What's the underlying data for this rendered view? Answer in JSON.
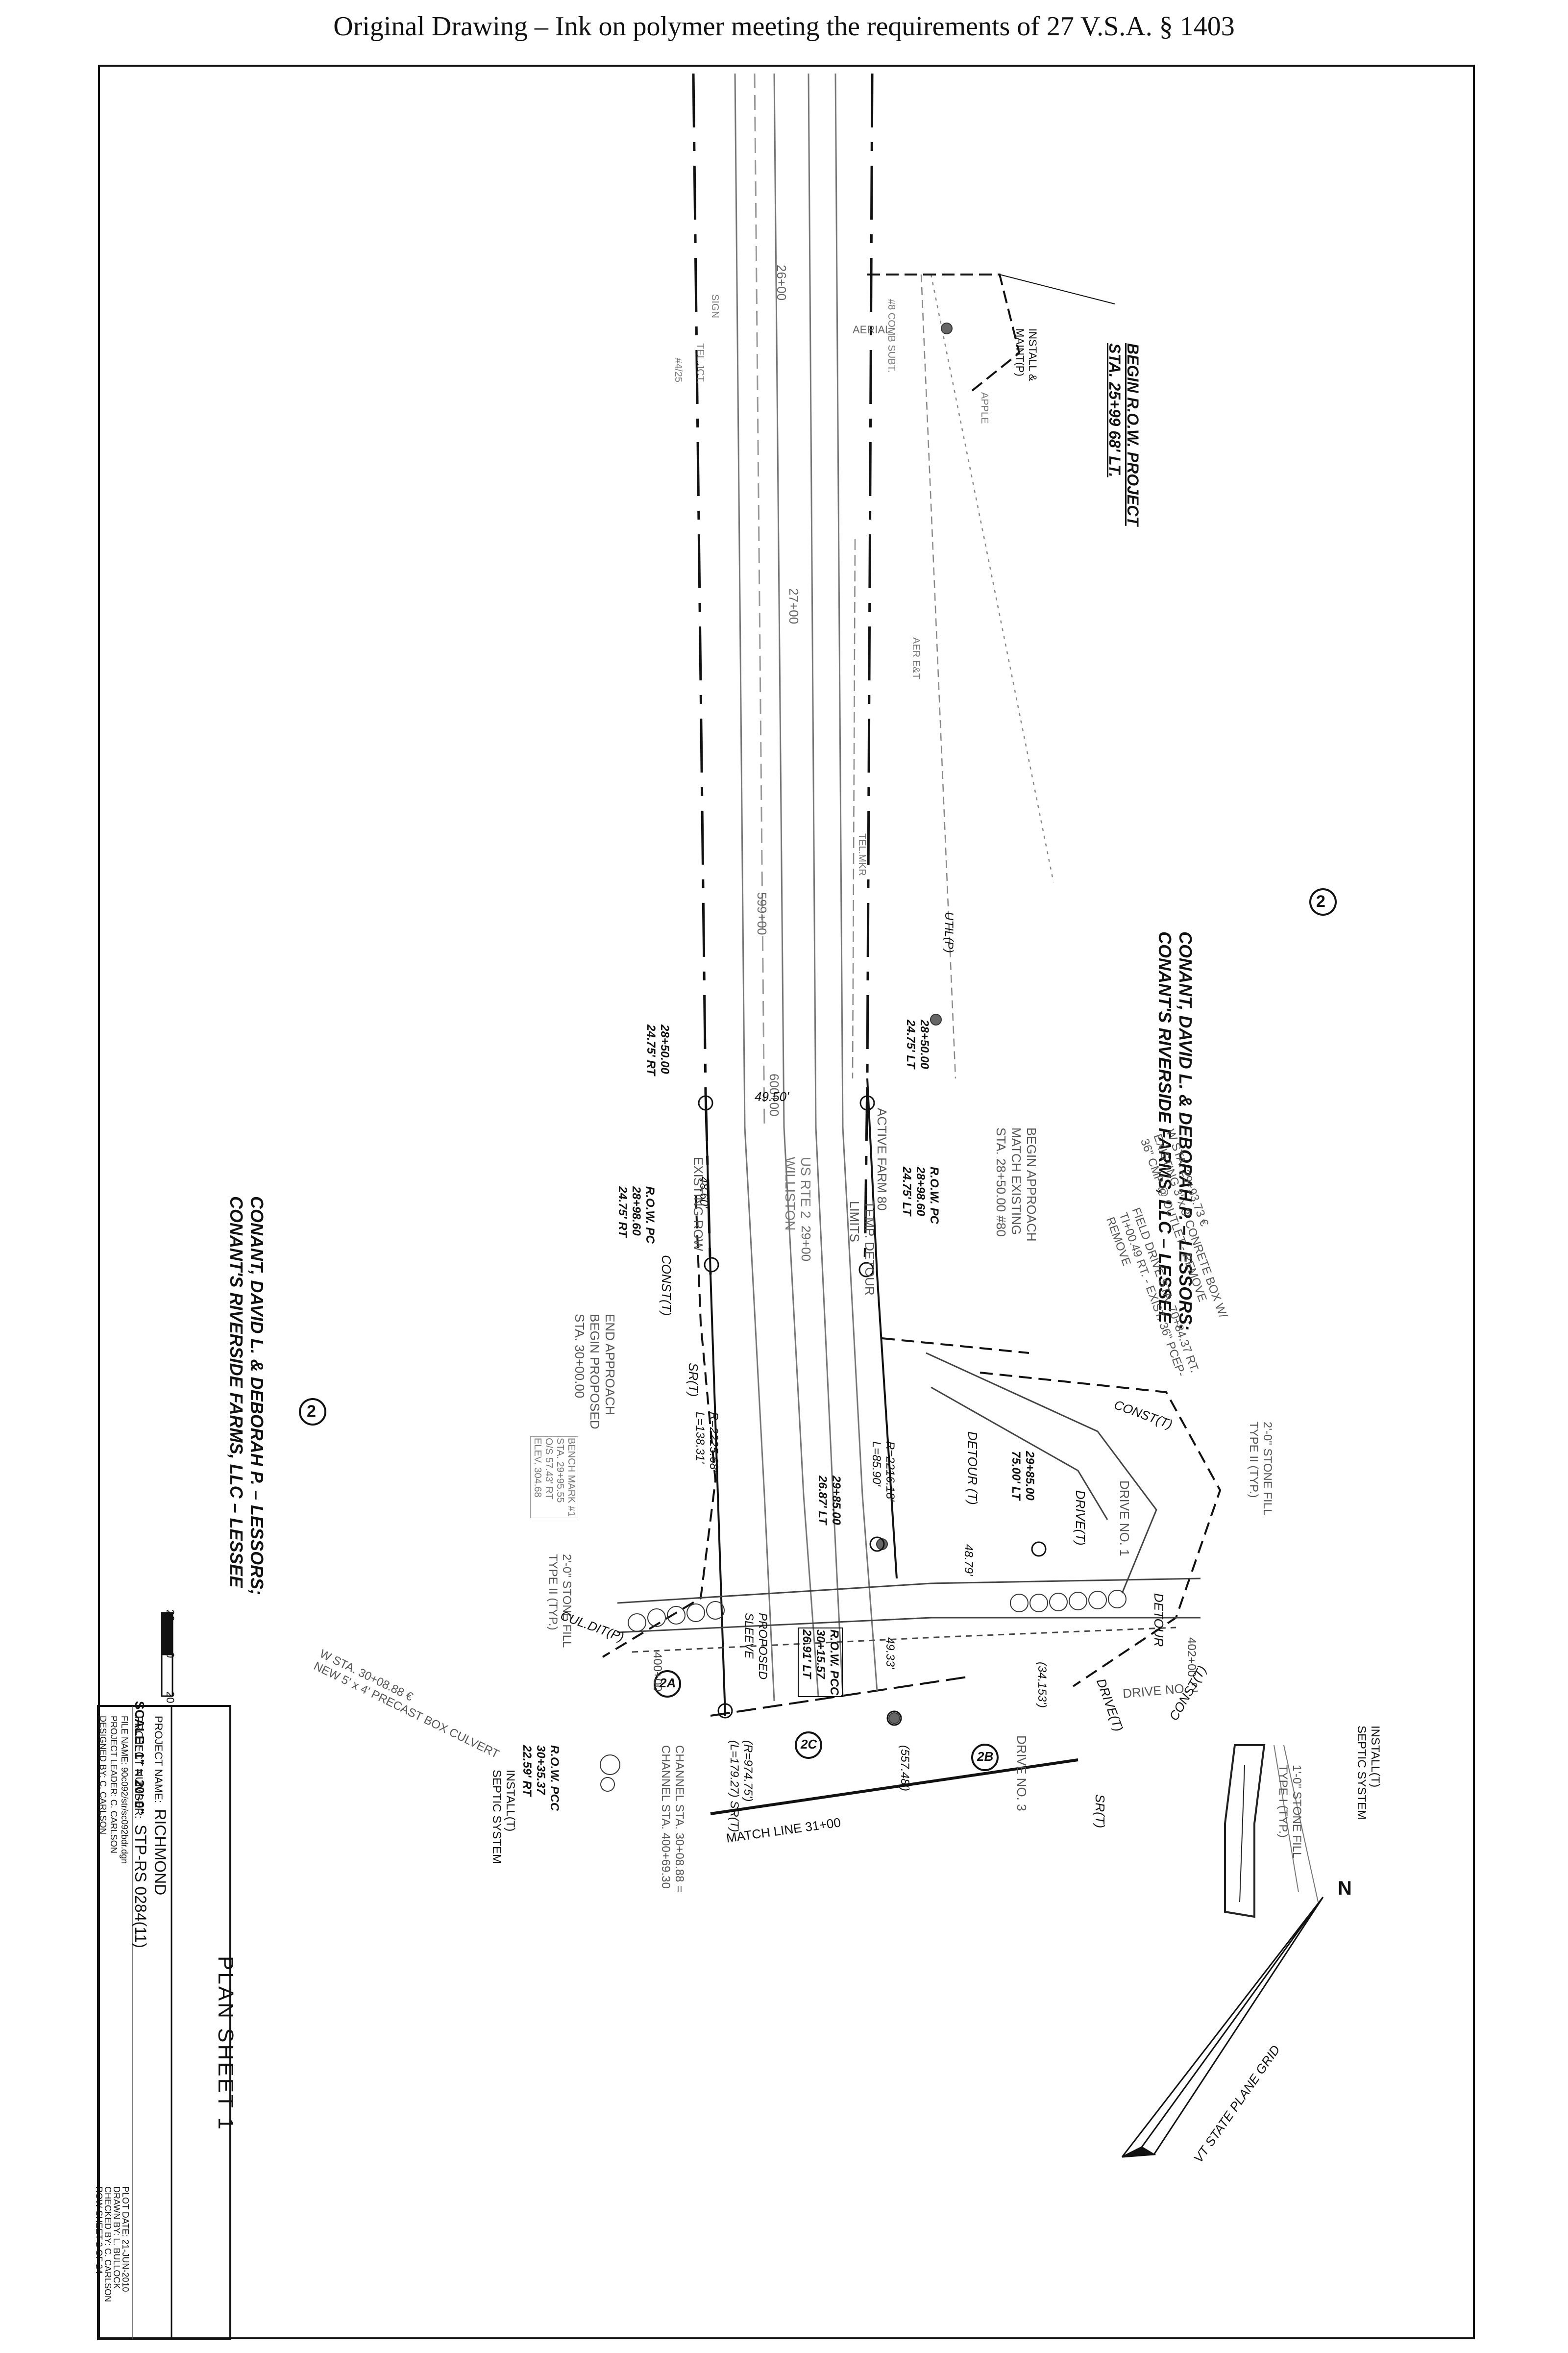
{
  "header": {
    "text": "Original Drawing – Ink on polymer meeting the requirements of 27 V.S.A. § 1403"
  },
  "owners": {
    "parcel_id": "2",
    "line1": "CONANT, DAVID L. & DEBORAH P. – LESSORS;",
    "line2": "CONANT'S RIVERSIDE FARMS, LLC – LESSEE"
  },
  "begin_row": {
    "line1": "BEGIN R.O.W. PROJECT",
    "line2": "STA. 25+99 68' LT."
  },
  "stations": {
    "s2600": "26+00",
    "s2700": "27+00",
    "s2900": "29+00",
    "s3100": "MATCH LINE 31+00",
    "s59900": "599+00",
    "s60000": "600+00",
    "s40000": "400+00",
    "s40200": "402+00",
    "r2850L_a": "28+50.00",
    "r2850L_b": "24.75' LT",
    "r2850R_a": "28+50.00",
    "r2850R_b": "24.75' RT",
    "rowpc_t": "R.O.W. PC",
    "rowpc_a": "28+98.60",
    "rowpc_b": "24.75' LT",
    "rowpcR_t": "R.O.W. PC",
    "rowpcR_a": "28+98.60",
    "rowpcR_b": "24.75' RT",
    "rowpcc_t": "R.O.W. PCC",
    "rowpcc_a": "30+15.57",
    "rowpcc_b": "26.91' LT",
    "rowpccR_t": "R.O.W. PCC",
    "rowpccR_a": "30+35.37",
    "rowpccR_b": "22.59' RT",
    "d4950": "49.50'",
    "d4860": "48.60'",
    "d4879": "48.79'",
    "d4933": "49.33'",
    "c1": "R=2216.18'",
    "c1b": "L=85.90'",
    "c2": "R=2225.68'",
    "c2b": "L=138.31'",
    "s2985": "29+85.00",
    "s2985b": "26.87' LT",
    "s2985c": "29+85.00",
    "s2985d": "75.00' LT",
    "r974": "(R=974.75')",
    "l179": "(L=179.27) SR(T)",
    "r557": "(557.48')",
    "r153": "(34.153')"
  },
  "notes": {
    "approach1": "BEGIN APPROACH",
    "approach2": "MATCH EXISTING",
    "approach3": "STA. 28+50.00 #80",
    "end1": "END APPROACH",
    "end2": "BEGIN PROPOSED",
    "end3": "STA. 30+00.00",
    "box1": "W STA. 29+93.73 €",
    "box2": "EXISTING 3' x 3' CONRETE BOX W/",
    "box3": "36\" CMP @ OUTLET - REMOVE",
    "field1": "FIELD DRIVE STA. 70+84.37 RT.",
    "field2": "TI+00.49 RT. - EXIST. 36\" PCEP-",
    "field3": "REMOVE",
    "culvert1": "W STA. 30+08.88 €",
    "culvert2": "NEW 5' x 4' PRECAST BOX CULVERT",
    "channel1": "CHANNEL STA. 30+08.88 =",
    "channel2": "CHANNEL STA. 400+69.30",
    "bench1": "BENCH MARK #1",
    "bench2": "STA. 29+95.55",
    "bench3": "O/S 57.43' RT",
    "bench4": "ELEV. 304.68",
    "septic1": "INSTALL(T)",
    "septic2": "SEPTIC SYSTEM",
    "septicR1": "INSTALL(T)",
    "septicR2": "SEPTIC SYSTEM",
    "install1": "INSTALL &",
    "install2": "MAINT(P)",
    "stone1": "2'-0\" STONE FILL",
    "stone2": "TYPE II (TYP.)",
    "stone3": "1'-0\" STONE FILL",
    "stone4": "TYPE I (TYP.)",
    "stone5": "2'-0\" STONE FILL",
    "stone6": "TYPE II (TYP.)",
    "drive1": "DRIVE NO. 1",
    "drive2": "DRIVE NO. 2",
    "drive3": "DRIVE NO. 3",
    "const": "CONST(T)",
    "drive": "DRIVE(T)",
    "detour": "DETOUR",
    "detourT": "DETOUR (T)",
    "srt": "SR(T)",
    "culvP": "CUL.DIT(P)",
    "sleeve1": "PROPOSED",
    "sleeve2": "SLEEVE",
    "usrte": "US RTE 2",
    "williston": "WILLISTON",
    "active": "ACTIVE FARM 80",
    "existrow": "EXISTING ROW",
    "tempdetour": "TEMP. DETOUR",
    "limits": "LIMITS",
    "aerial": "AERIAL",
    "util": "UTIL(P)",
    "aer": "AER E&T",
    "telmkr": "TEL.MKR",
    "apple": "APPLE",
    "sign": "SIGN",
    "teljct": "TEL.JCT.",
    "pole": "#4/25",
    "comb": "#8 COMB SUBT.",
    "tag2a": "2A",
    "tag2b": "2B",
    "tag2c": "2C"
  },
  "scale": {
    "label": "SCALE: 1\" = 20'-0\"",
    "t1": "20",
    "t2": "0",
    "t3": "20"
  },
  "north": {
    "n": "N",
    "grid": "VT STATE PLANE GRID"
  },
  "title_block": {
    "sheet": "PLAN SHEET 1",
    "project_name_label": "PROJECT NAME:",
    "project_name": "RICHMOND",
    "project_number_label": "PROJECT NUMBER:",
    "project_number": "STP-RS 0284(11)",
    "file": "FILE NAME: 90c092/str/sc092bdr.dgn",
    "leader": "PROJECT LEADER: C. CARLSON",
    "designed": "DESIGNED BY: C. CARLSON",
    "plot": "PLOT DATE: 21-JUN-2010",
    "drawn": "DRAWN BY: L. BULLOCK",
    "checked": "CHECKED BY: C. CARLSON",
    "row": "ROW SHEET 2 OF 24"
  }
}
